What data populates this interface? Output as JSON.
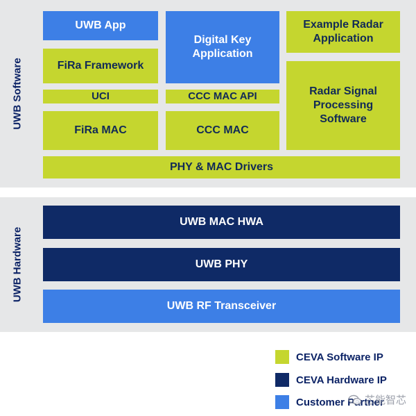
{
  "software": {
    "side_label": "UWB Software",
    "blocks": {
      "uwb_app": "UWB App",
      "digital_key": "Digital Key Application",
      "example_radar": "Example Radar Application",
      "fira_framework": "FiRa Framework",
      "uci": "UCI",
      "ccc_mac_api": "CCC MAC API",
      "radar_signal": "Radar Signal Processing Software",
      "fira_mac": "FiRa MAC",
      "ccc_mac": "CCC MAC",
      "phy_mac_drivers": "PHY & MAC Drivers"
    }
  },
  "hardware": {
    "side_label": "UWB Hardware",
    "blocks": {
      "mac_hwa": "UWB MAC HWA",
      "phy": "UWB PHY",
      "rf_transceiver": "UWB RF Transceiver"
    }
  },
  "legend": [
    {
      "label": "CEVA Software IP",
      "color": "#c5d62f"
    },
    {
      "label": "CEVA Hardware IP",
      "color": "#0f2a66"
    },
    {
      "label": "Customer Partner",
      "color": "#3d7fe6"
    }
  ],
  "watermark": {
    "text": "芯能智芯",
    "icon": "wechat-icon"
  }
}
